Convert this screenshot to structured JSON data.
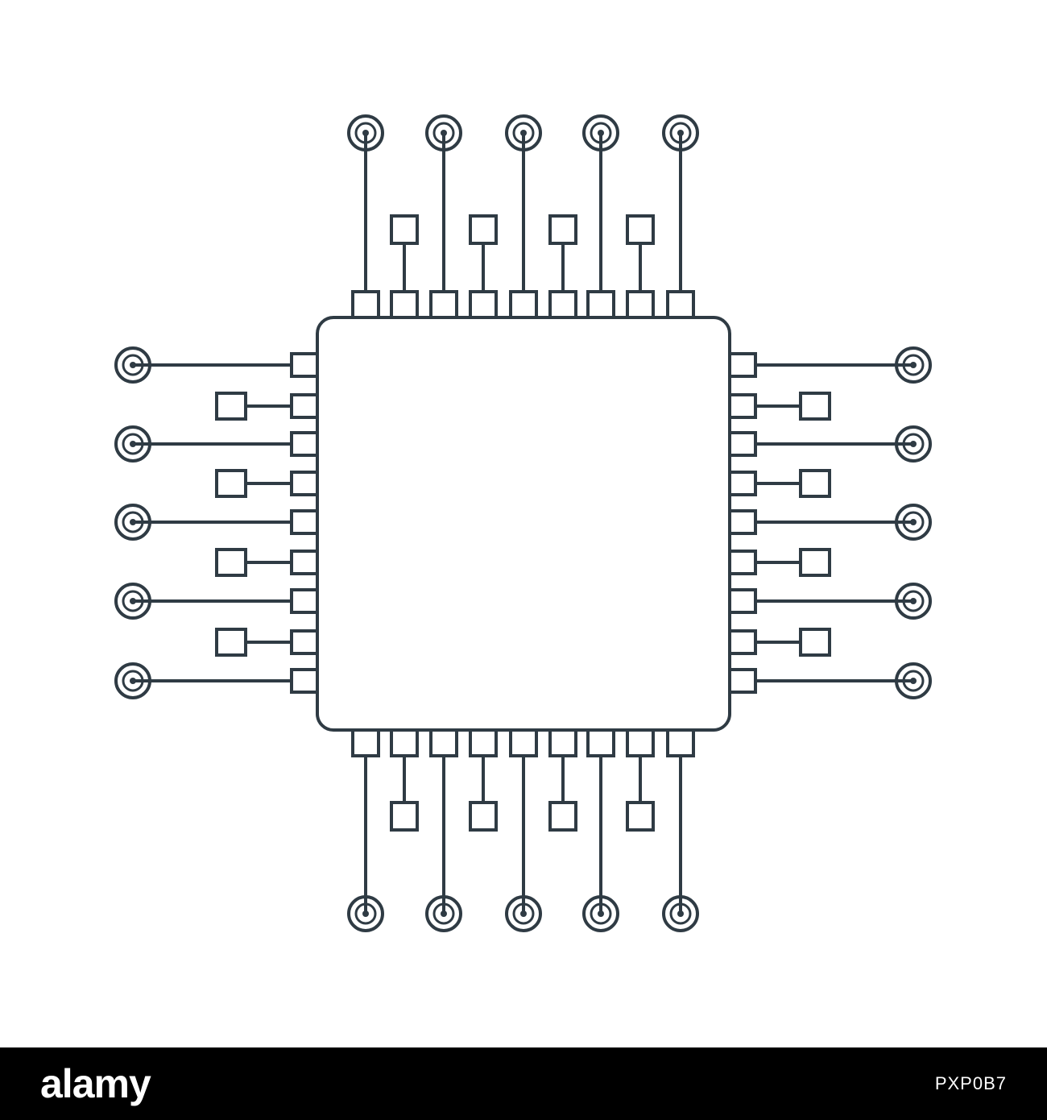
{
  "illustration": {
    "subject": "microchip-outline",
    "stroke_color": "#2f3b44",
    "background_color": "#ffffff"
  },
  "footer": {
    "logo_text": "alamy",
    "image_id": "PXP0B7",
    "background_color": "#000000"
  }
}
